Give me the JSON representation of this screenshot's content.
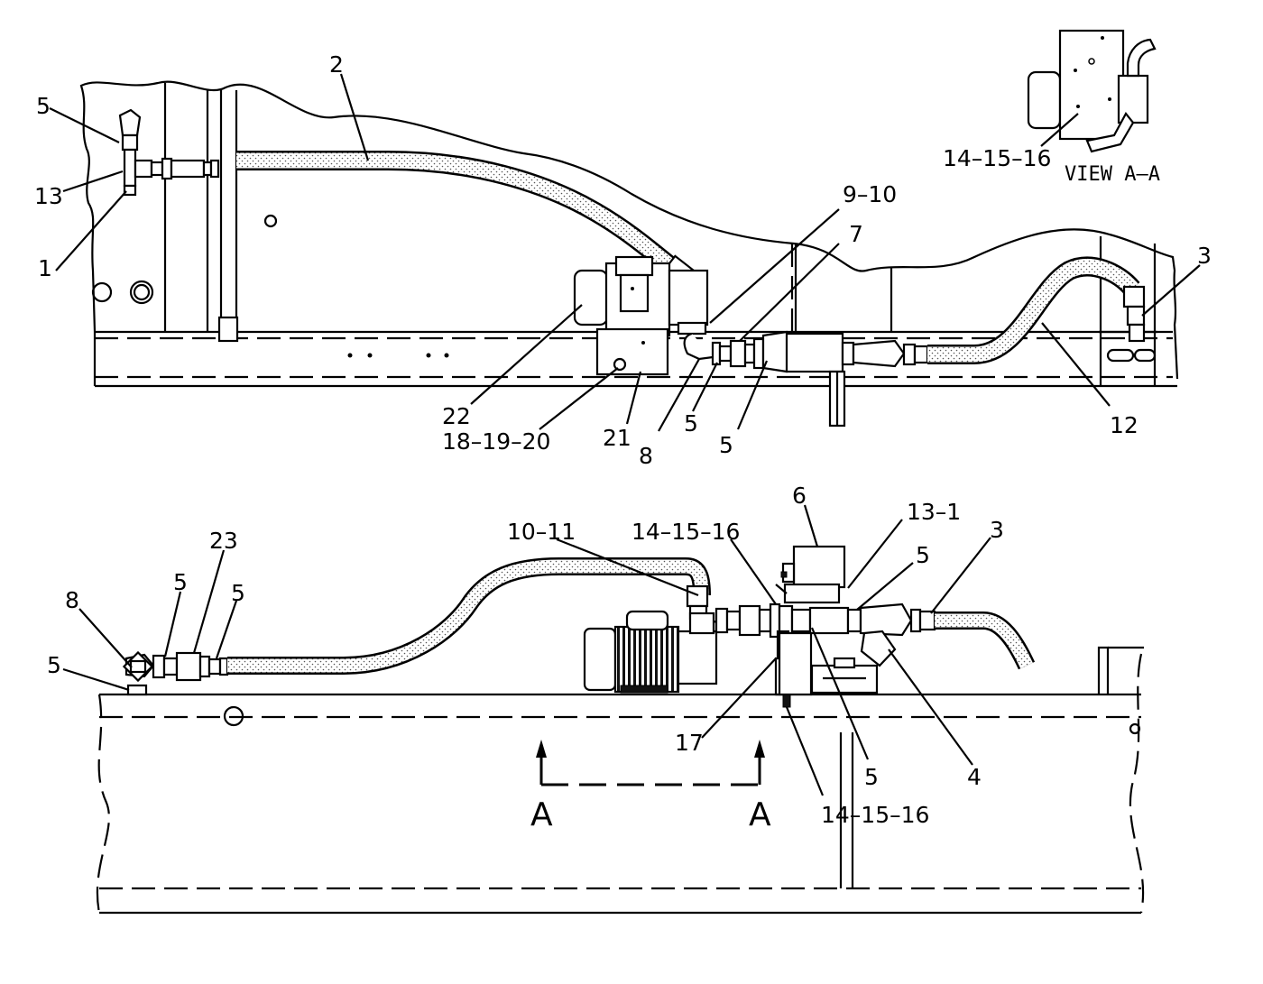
{
  "top_view": {
    "callouts": {
      "c5a": "5",
      "c13": "13",
      "c1": "1",
      "c2": "2",
      "c9_10": "9–10",
      "c7": "7",
      "c3": "3",
      "c22": "22",
      "c18_19_20": "18–19–20",
      "c21": "21",
      "c8": "8",
      "c5b": "5",
      "c5c": "5",
      "c12": "12"
    }
  },
  "view_aa": {
    "title": "VIEW  A–A",
    "callout": "14–15–16"
  },
  "side_view": {
    "callouts": {
      "c8": "8",
      "c5a": "5",
      "c5b": "5",
      "c23": "23",
      "c5c": "5",
      "c10_11": "10–11",
      "c14_15_16_top": "14–15–16",
      "c6": "6",
      "c13_1": "13–1",
      "c5d": "5",
      "c3": "3",
      "c17": "17",
      "c5e": "5",
      "c4": "4",
      "c14_15_16_bot": "14–15–16"
    },
    "section_marks": {
      "left": "A",
      "right": "A"
    }
  }
}
